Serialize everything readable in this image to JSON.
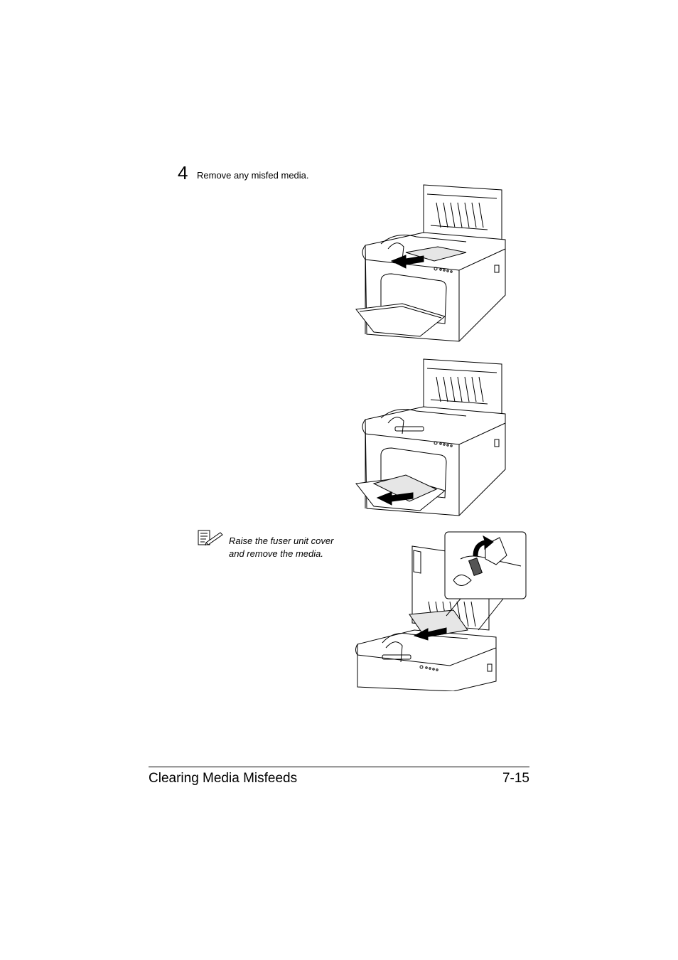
{
  "step": {
    "number": "4",
    "text": "Remove any misfed media."
  },
  "note": {
    "icon": "note-pencil-icon",
    "line1": "Raise the fuser unit cover",
    "line2": "and remove the media."
  },
  "figures": [
    {
      "name": "printer-top-open-paper-removal",
      "arrow": "left"
    },
    {
      "name": "printer-tray-paper-removal",
      "arrow": "left"
    },
    {
      "name": "fuser-cover-raised-paper-removal",
      "arrow": "left",
      "inset": "lever-raise-detail"
    }
  ],
  "footer": {
    "section_title": "Clearing Media Misfeeds",
    "page_number": "7-15"
  }
}
